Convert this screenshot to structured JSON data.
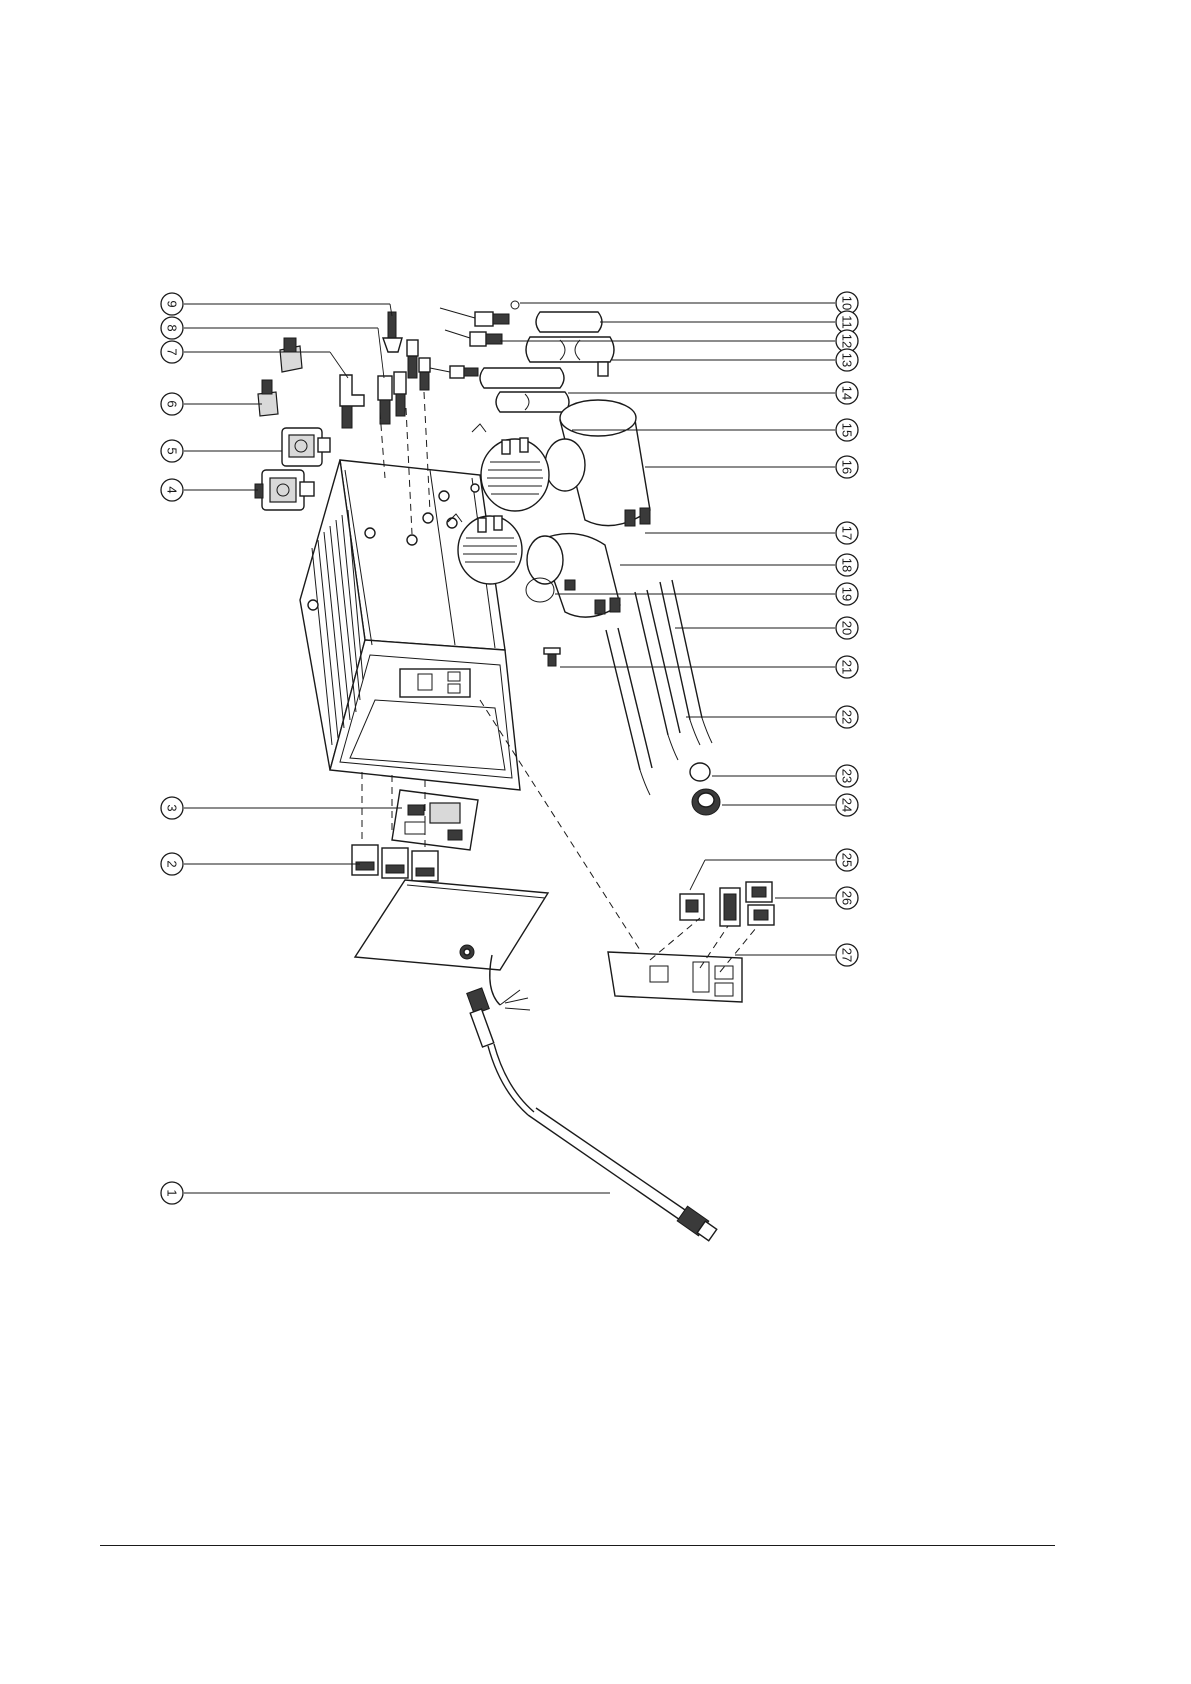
{
  "diagram": {
    "type": "exploded-parts-drawing",
    "callouts": [
      {
        "label": "1"
      },
      {
        "label": "2"
      },
      {
        "label": "3"
      },
      {
        "label": "4"
      },
      {
        "label": "5"
      },
      {
        "label": "6"
      },
      {
        "label": "7"
      },
      {
        "label": "8"
      },
      {
        "label": "9"
      },
      {
        "label": "10"
      },
      {
        "label": "11"
      },
      {
        "label": "12"
      },
      {
        "label": "13"
      },
      {
        "label": "14"
      },
      {
        "label": "15"
      },
      {
        "label": "16"
      },
      {
        "label": "17"
      },
      {
        "label": "18"
      },
      {
        "label": "19"
      },
      {
        "label": "20"
      },
      {
        "label": "21"
      },
      {
        "label": "22"
      },
      {
        "label": "23"
      },
      {
        "label": "24"
      },
      {
        "label": "25"
      },
      {
        "label": "26"
      },
      {
        "label": "27"
      }
    ]
  }
}
